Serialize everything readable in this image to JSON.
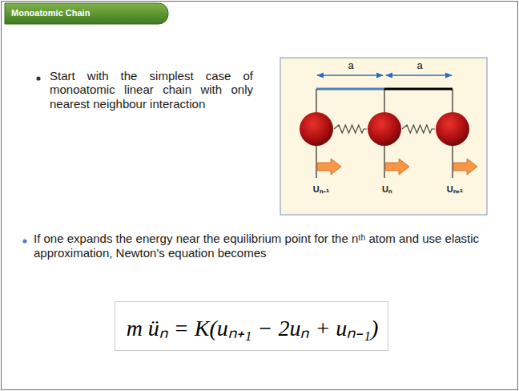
{
  "diagram": {
    "title": "Monoatomic Chain",
    "nodes": [
      {
        "text": [
          "m üₙ = K(uₙ₊₁ − 2uₙ + uₙ₋₁)"
        ]
      }
    ],
    "labels": [
      "Start with the simplest case of monoatomic linear chain with only nearest neighbour interaction",
      "a",
      "a",
      "Uₙ₋₁",
      "Uₙ",
      "Uₙ₊₁",
      "If one expands the energy near the equilibrium point for the nᵗʰ atom and use elastic approximation, Newton's equation becomes"
    ]
  }
}
